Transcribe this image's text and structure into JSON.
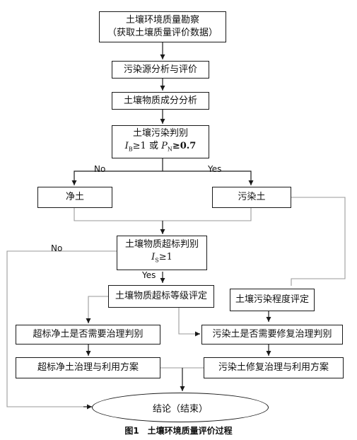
{
  "nodes": {
    "survey_line1": "土壤环境质量勘察",
    "survey_line2": "（获取土壤质量评价数据）",
    "pollution_source": "污染源分析与评价",
    "composition": "土壤物质成分分析",
    "pollution_judge": "土壤污染判别",
    "pollution_formula": {
      "i_sym": "I",
      "i_sub": "B",
      "i_op": "≥1 或 ",
      "p_sym": "P",
      "p_sub": "N",
      "p_op": "≥0.7"
    },
    "clean_soil": "净土",
    "polluted_soil": "污染土",
    "exceed_judge": "土壤物质超标判别",
    "exceed_formula": {
      "sym": "I",
      "sub": "S",
      "op": "≥1"
    },
    "exceed_grade": "土壤物质超标等级评定",
    "pollution_degree": "土壤污染程度评定",
    "exceed_clean_need": "超标净土是否需要治理判别",
    "polluted_need": "污染土是否需要修复治理判别",
    "exceed_clean_plan": "超标净土治理与利用方案",
    "polluted_plan": "污染土修复治理与利用方案",
    "conclusion": "结论（结束）"
  },
  "edge_labels": {
    "no_1": "No",
    "yes_1": "Yes",
    "no_2": "No",
    "yes_2": "Yes"
  },
  "caption": {
    "figure_number": "图1",
    "title": "土壤环境质量评价过程"
  }
}
